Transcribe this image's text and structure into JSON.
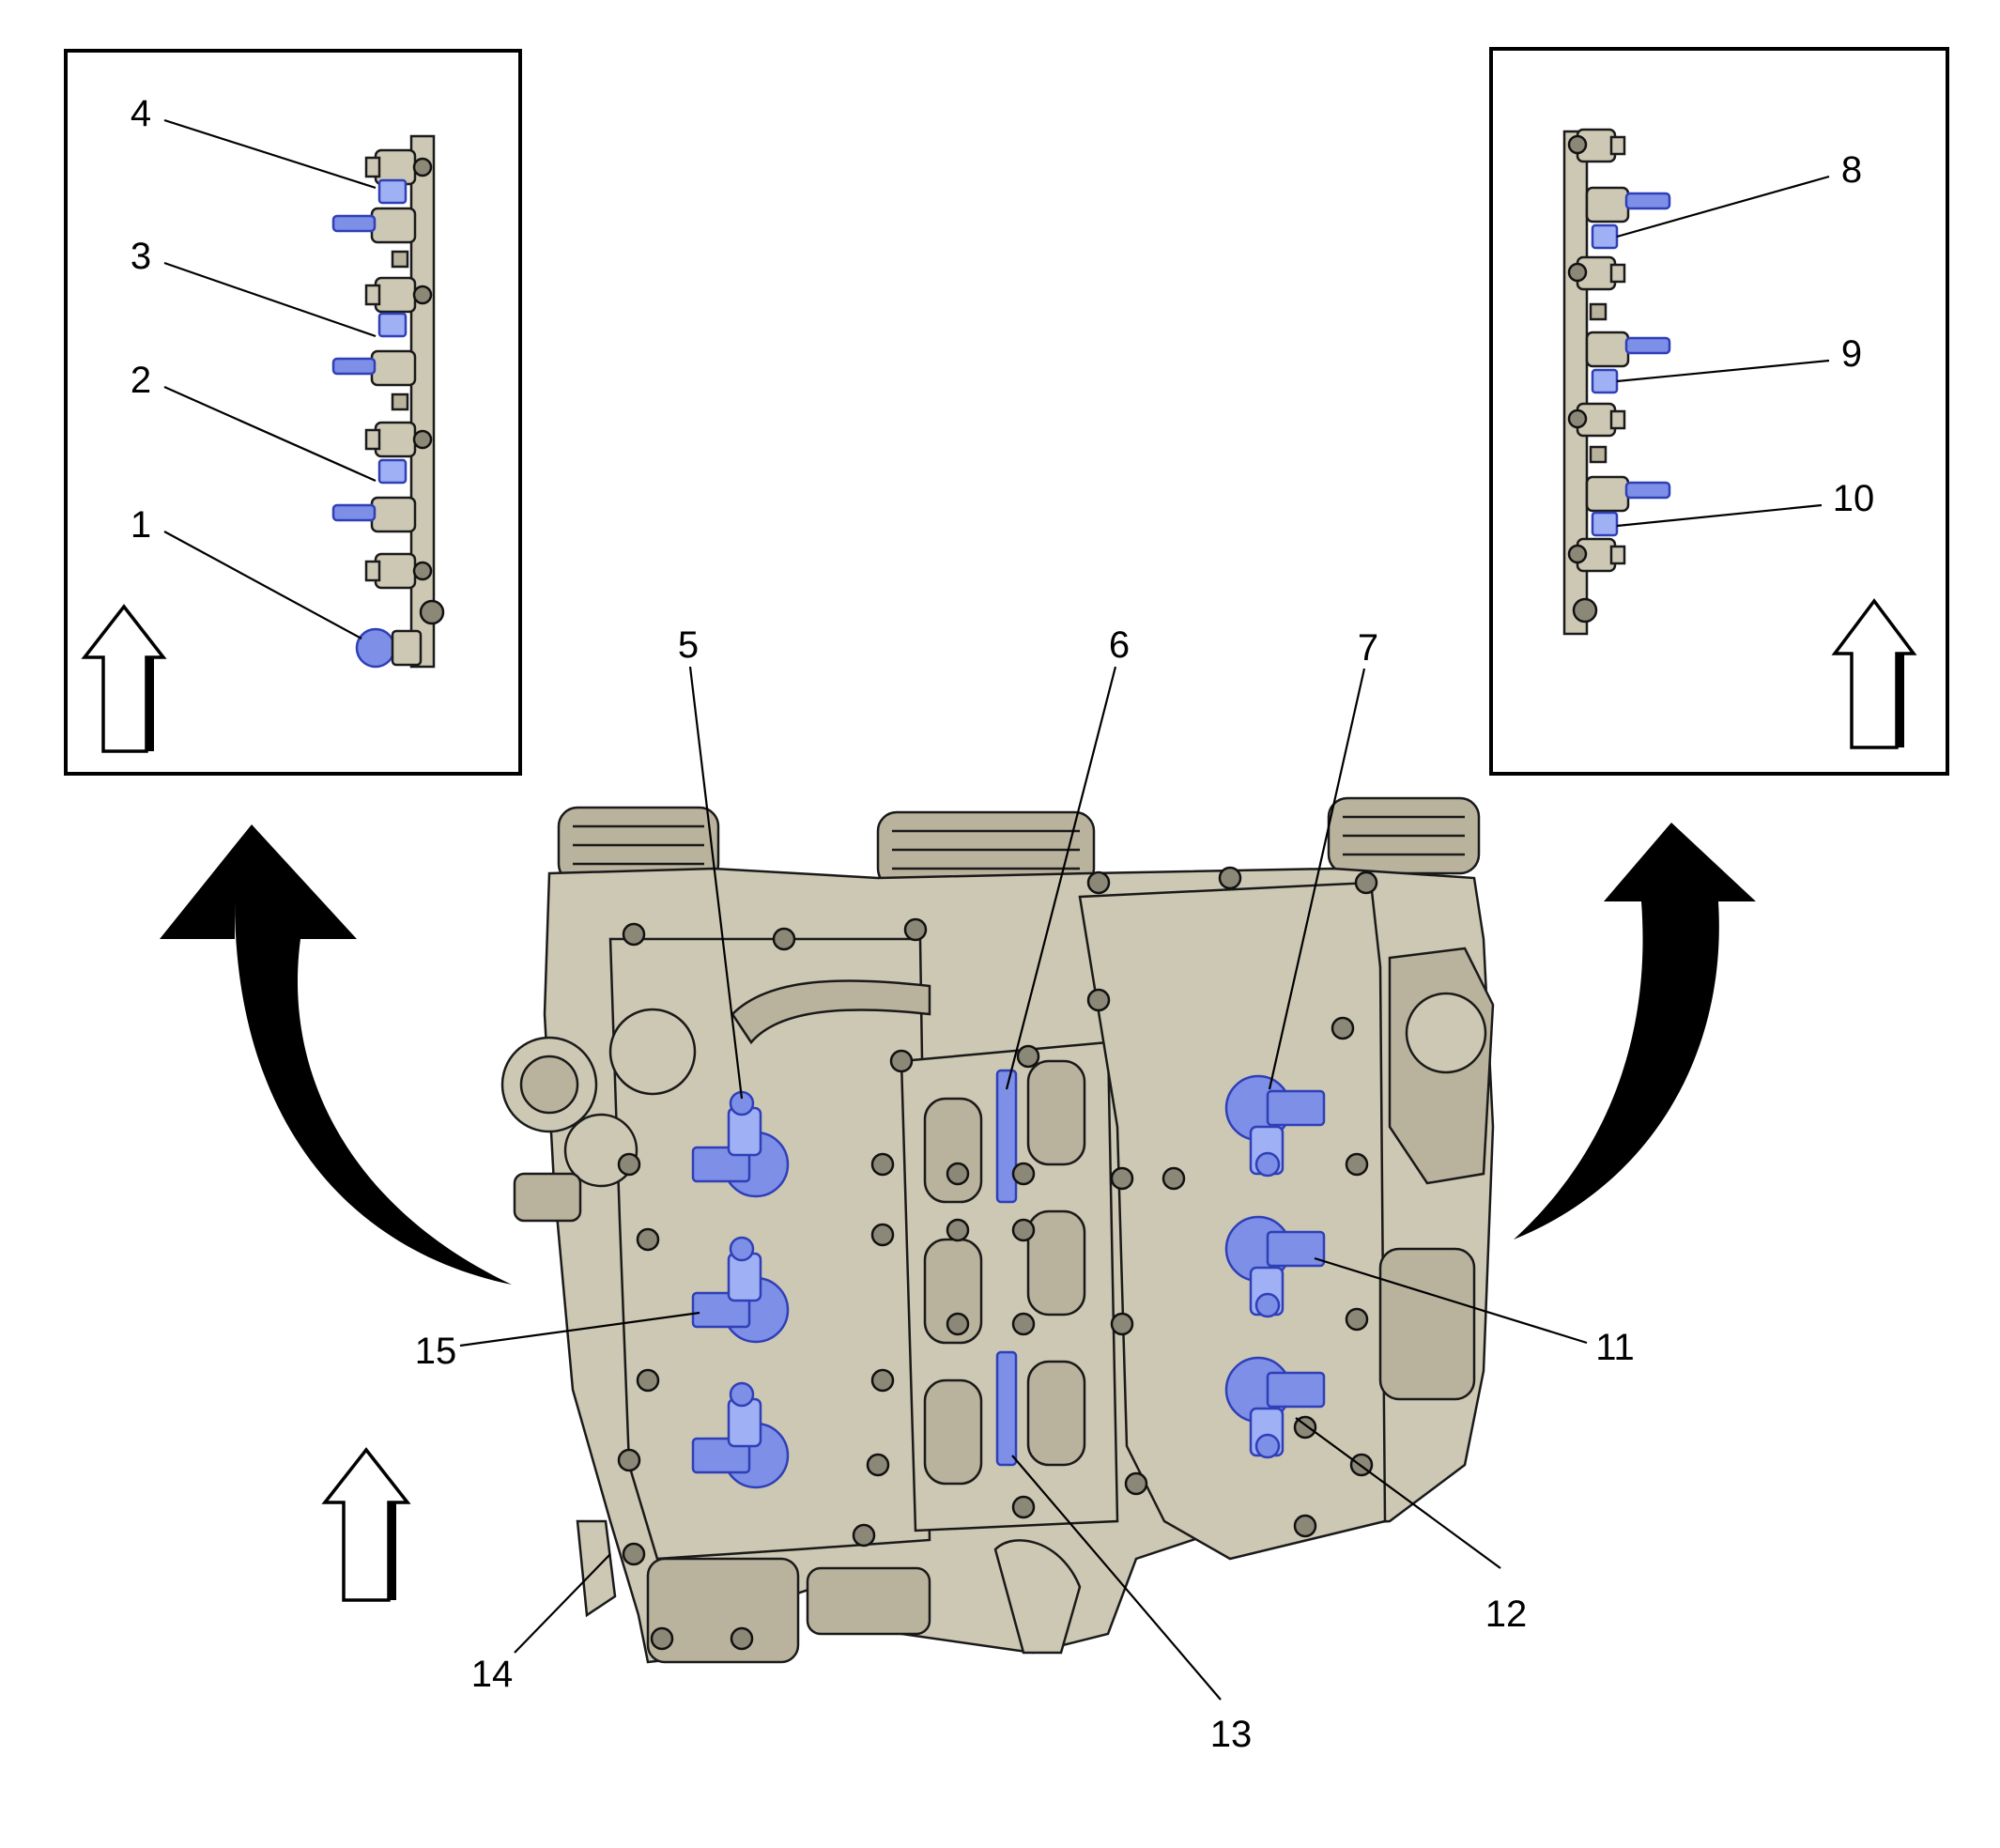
{
  "callouts": {
    "c1": "1",
    "c2": "2",
    "c3": "3",
    "c4": "4",
    "c5": "5",
    "c6": "6",
    "c7": "7",
    "c8": "8",
    "c9": "9",
    "c10": "10",
    "c11": "11",
    "c12": "12",
    "c13": "13",
    "c14": "14",
    "c15": "15"
  },
  "colors": {
    "engine_metal": "#cdc8b4",
    "highlight_blue": "#7d8fe6",
    "outline": "#000000"
  },
  "icons": {
    "view_direction": "up-arrow-outline-icon",
    "rotate_left": "curved-arrow-left-icon",
    "rotate_right": "curved-arrow-right-icon"
  }
}
